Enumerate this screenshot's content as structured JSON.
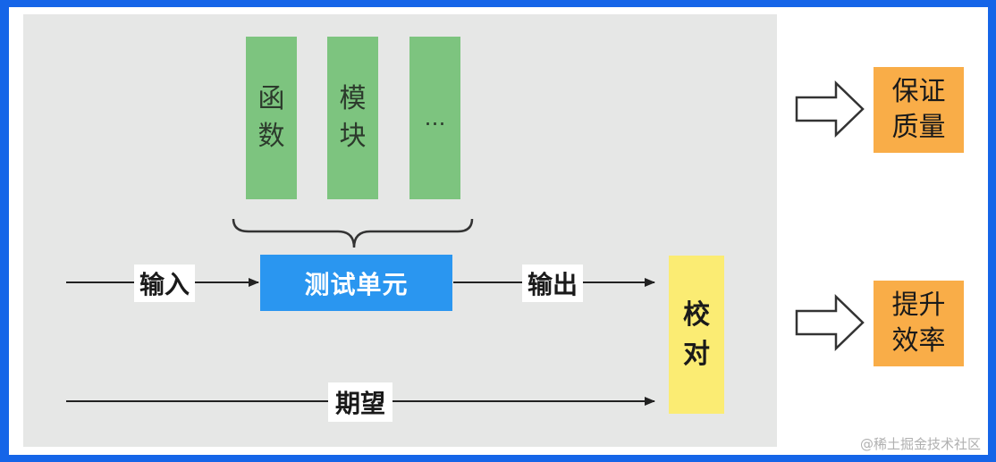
{
  "diagram": {
    "modules": [
      "函数",
      "模块",
      "…"
    ],
    "unit_under_test": "测试单元",
    "input_label": "输入",
    "output_label": "输出",
    "expected_label": "期望",
    "compare_label": "校对",
    "outcomes": [
      "保证质量",
      "提升效率"
    ]
  },
  "watermark": "@稀土掘金技术社区",
  "colors": {
    "frame": "#1565e8",
    "panel": "#e6e7e6",
    "module": "#7dc47f",
    "unit": "#2a96f0",
    "compare": "#fbec73",
    "outcome": "#f9ad48"
  }
}
